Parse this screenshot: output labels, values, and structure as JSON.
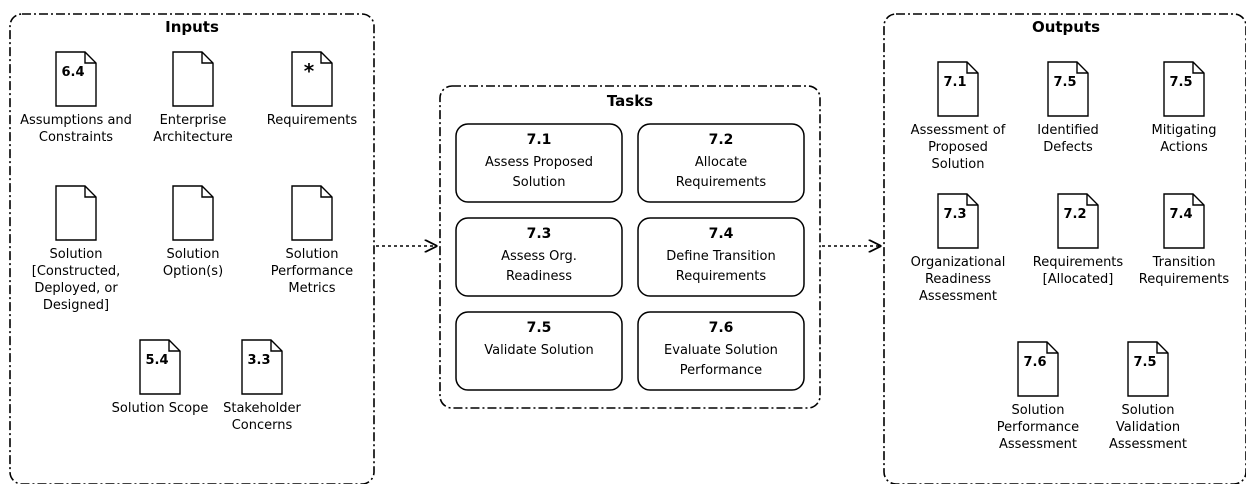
{
  "inputs": {
    "title": "Inputs",
    "items": [
      {
        "ref": "6.4",
        "lines": [
          "Assumptions and",
          "Constraints"
        ]
      },
      {
        "ref": "",
        "lines": [
          "Enterprise",
          "Architecture"
        ]
      },
      {
        "ref": "*",
        "lines": [
          "Requirements"
        ]
      },
      {
        "ref": "",
        "lines": [
          "Solution",
          "[Constructed,",
          "Deployed, or",
          "Designed]"
        ]
      },
      {
        "ref": "",
        "lines": [
          "Solution",
          "Option(s)"
        ]
      },
      {
        "ref": "",
        "lines": [
          "Solution",
          "Performance",
          "Metrics"
        ]
      },
      {
        "ref": "5.4",
        "lines": [
          "Solution Scope"
        ]
      },
      {
        "ref": "3.3",
        "lines": [
          "Stakeholder",
          "Concerns"
        ]
      }
    ]
  },
  "tasks": {
    "title": "Tasks",
    "items": [
      {
        "ref": "7.1",
        "lines": [
          "Assess Proposed",
          "Solution"
        ]
      },
      {
        "ref": "7.2",
        "lines": [
          "Allocate",
          "Requirements"
        ]
      },
      {
        "ref": "7.3",
        "lines": [
          "Assess Org.",
          "Readiness"
        ]
      },
      {
        "ref": "7.4",
        "lines": [
          "Define Transition",
          "Requirements"
        ]
      },
      {
        "ref": "7.5",
        "lines": [
          "Validate Solution"
        ]
      },
      {
        "ref": "7.6",
        "lines": [
          "Evaluate Solution",
          "Performance"
        ]
      }
    ]
  },
  "outputs": {
    "title": "Outputs",
    "items": [
      {
        "ref": "7.1",
        "lines": [
          "Assessment of",
          "Proposed",
          "Solution"
        ]
      },
      {
        "ref": "7.5",
        "lines": [
          "Identified",
          "Defects"
        ]
      },
      {
        "ref": "7.5",
        "lines": [
          "Mitigating",
          "Actions"
        ]
      },
      {
        "ref": "7.3",
        "lines": [
          "Organizational",
          "Readiness",
          "Assessment"
        ]
      },
      {
        "ref": "7.2",
        "lines": [
          "Requirements",
          "[Allocated]"
        ]
      },
      {
        "ref": "7.4",
        "lines": [
          "Transition",
          "Requirements"
        ]
      },
      {
        "ref": "7.6",
        "lines": [
          "Solution",
          "Performance",
          "Assessment"
        ]
      },
      {
        "ref": "7.5",
        "lines": [
          "Solution",
          "Validation",
          "Assessment"
        ]
      }
    ]
  }
}
